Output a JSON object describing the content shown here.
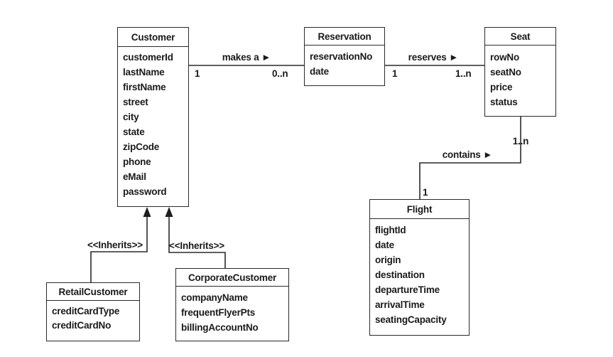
{
  "diagram": {
    "type": "uml-class-diagram",
    "colors": {
      "background": "#ffffff",
      "line": "#2a2a2a",
      "text": "#1a1a1a"
    }
  },
  "classes": {
    "customer": {
      "name": "Customer",
      "attributes": [
        "customerId",
        "lastName",
        "firstName",
        "street",
        "city",
        "state",
        "zipCode",
        "phone",
        "eMail",
        "password"
      ]
    },
    "reservation": {
      "name": "Reservation",
      "attributes": [
        "reservationNo",
        "date"
      ]
    },
    "seat": {
      "name": "Seat",
      "attributes": [
        "rowNo",
        "seatNo",
        "price",
        "status"
      ]
    },
    "flight": {
      "name": "Flight",
      "attributes": [
        "flightId",
        "date",
        "origin",
        "destination",
        "departureTime",
        "arrivalTime",
        "seatingCapacity"
      ]
    },
    "retail_customer": {
      "name": "RetailCustomer",
      "attributes": [
        "creditCardType",
        "creditCardNo"
      ]
    },
    "corporate_customer": {
      "name": "CorporateCustomer",
      "attributes": [
        "companyName",
        "frequentFlyerPts",
        "billingAccountNo"
      ]
    }
  },
  "associations": {
    "makes_a": {
      "label": "makes a ►",
      "from": "Customer",
      "to": "Reservation",
      "from_multiplicity": "1",
      "to_multiplicity": "0..n"
    },
    "reserves": {
      "label": "reserves ►",
      "from": "Reservation",
      "to": "Seat",
      "from_multiplicity": "1",
      "to_multiplicity": "1..n"
    },
    "contains": {
      "label": "contains ►",
      "from": "Flight",
      "to": "Seat",
      "seat_multiplicity": "1..n",
      "flight_multiplicity": "1"
    }
  },
  "generalizations": {
    "retail": {
      "label": "<<Inherits>>",
      "from": "RetailCustomer",
      "to": "Customer"
    },
    "corporate": {
      "label": "<<Inherits>>",
      "from": "CorporateCustomer",
      "to": "Customer"
    }
  }
}
